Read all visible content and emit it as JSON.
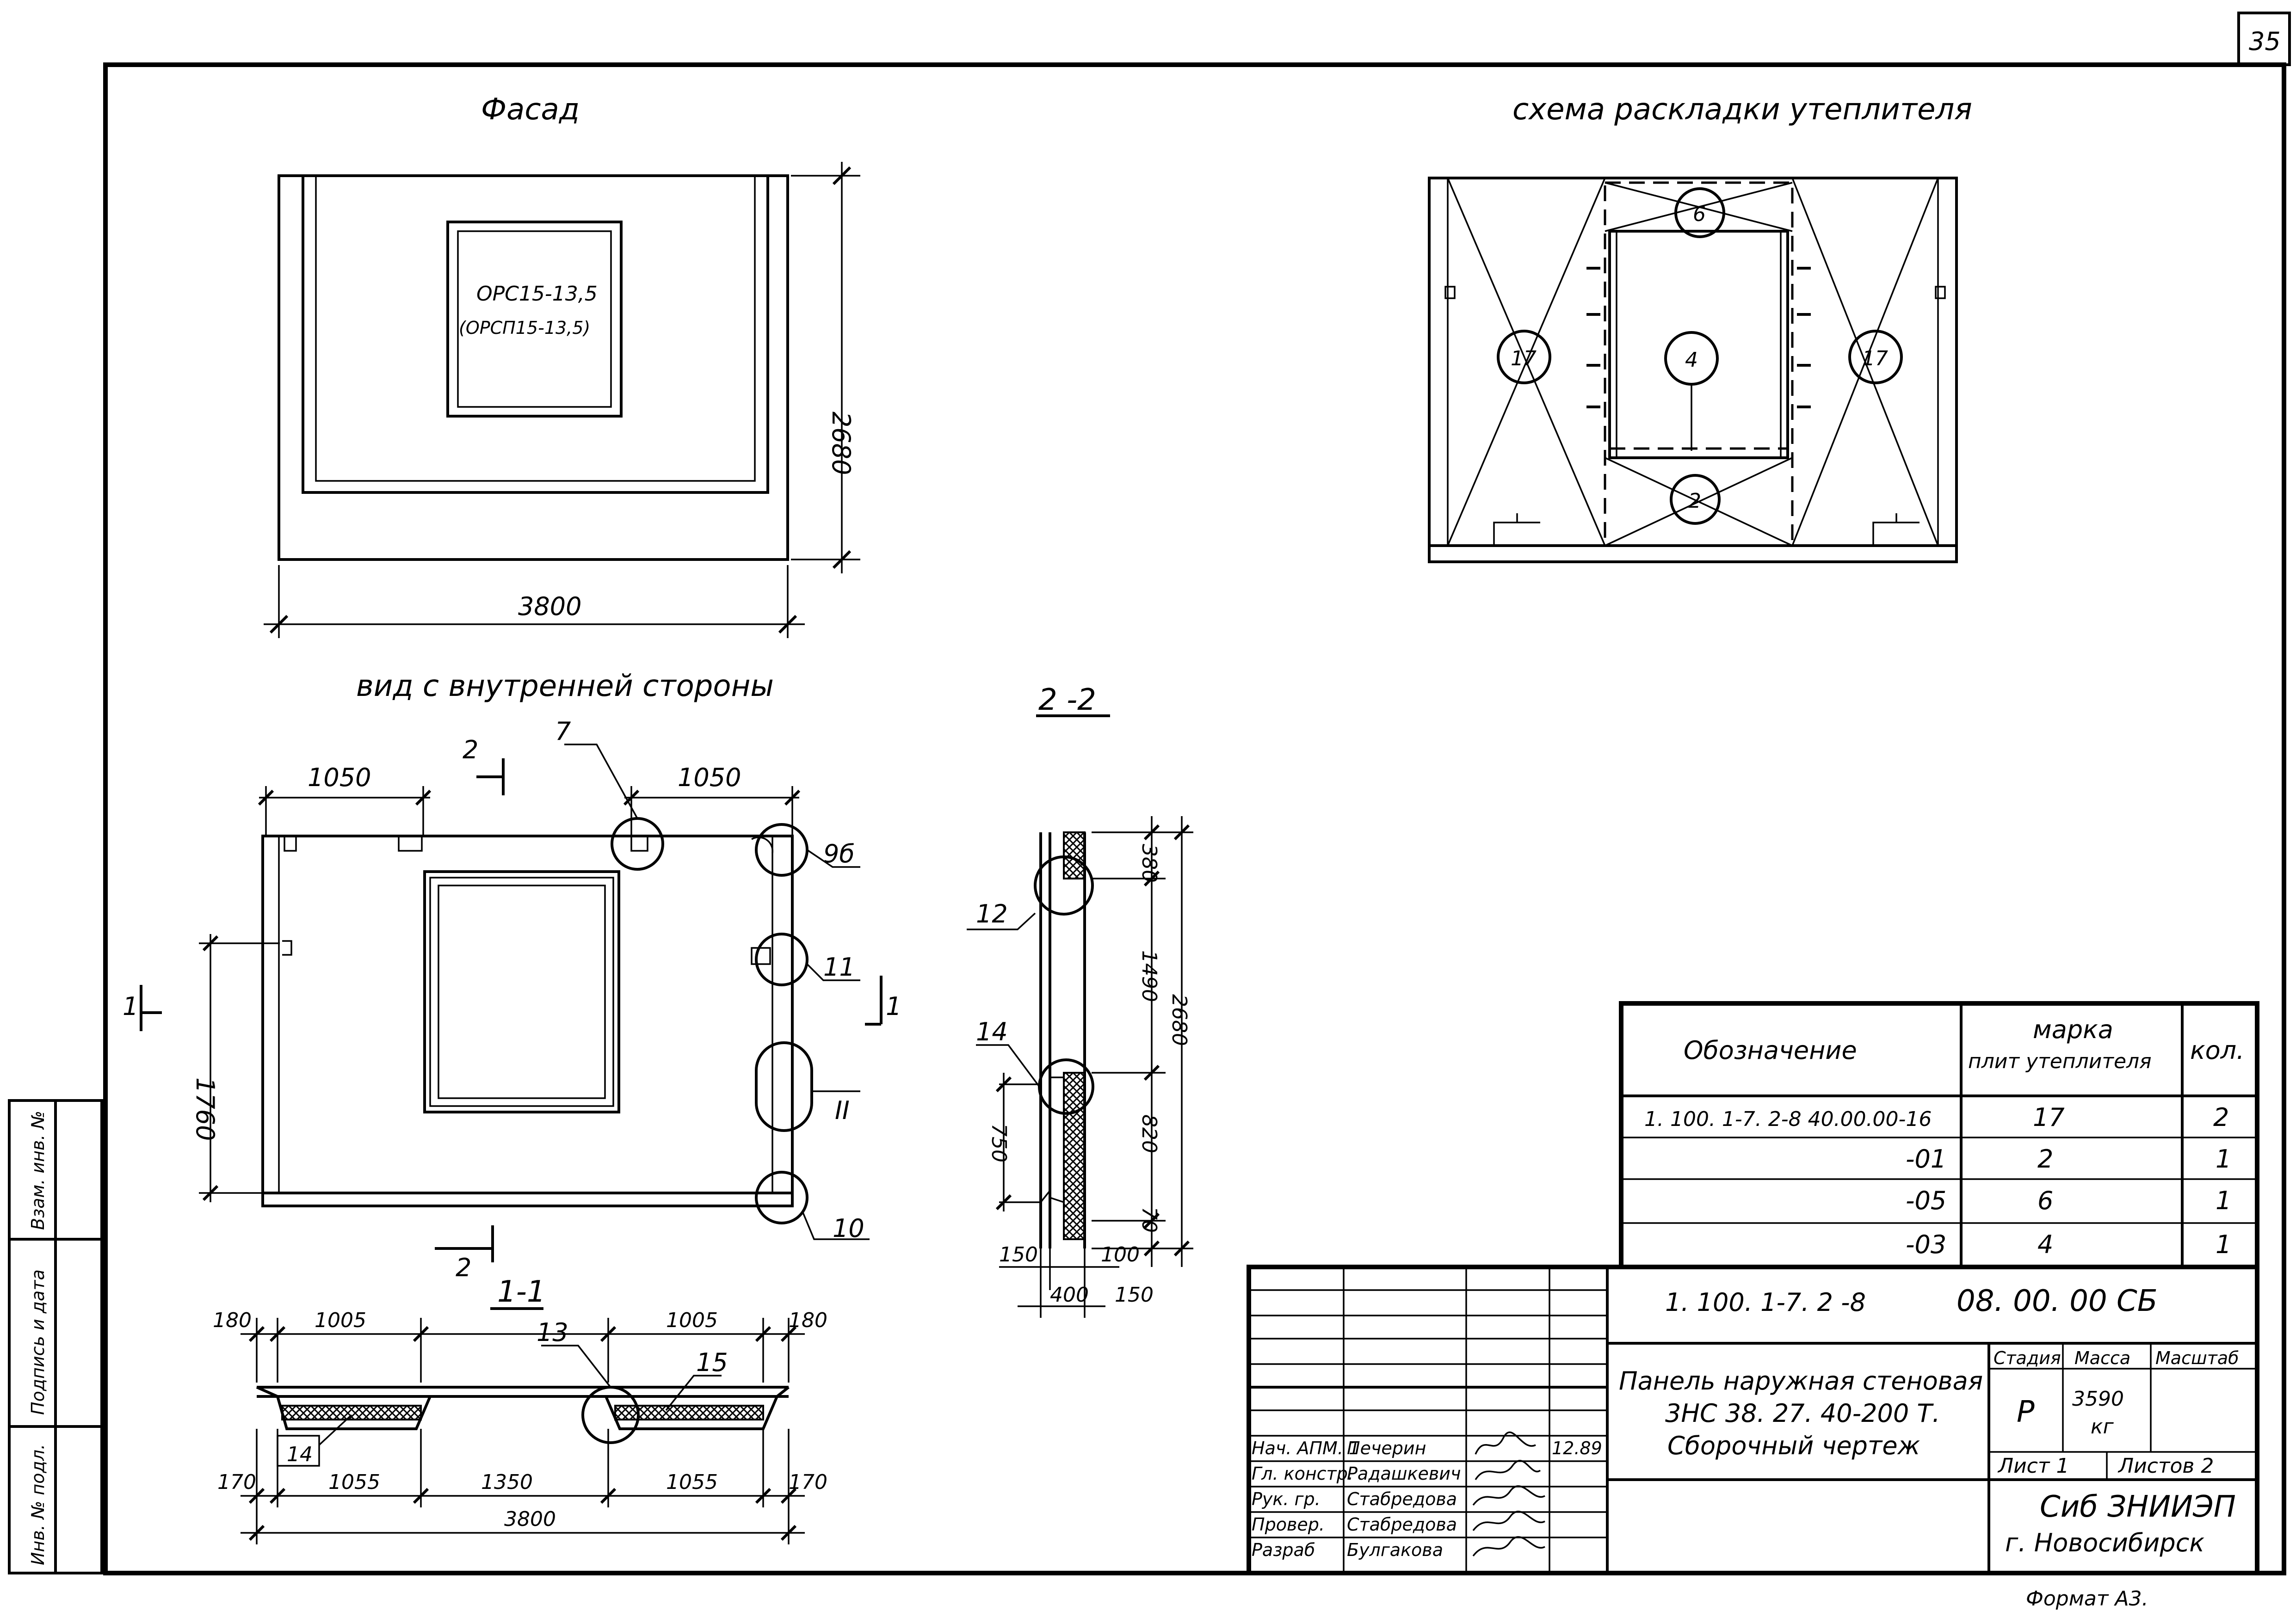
{
  "page_number": "35",
  "views": {
    "facade": {
      "title": "Фасад",
      "window_mark_1": "ОРС15-13,5",
      "window_mark_2": "(ОРСП15-13,5)",
      "dim_width": "3800",
      "dim_height": "2680"
    },
    "insulation_scheme": {
      "title": "схема раскладки утеплителя",
      "callouts": [
        "6",
        "17",
        "4",
        "17",
        "2"
      ]
    },
    "inner_view": {
      "title": "вид с внутренней стороны",
      "dim_top_left": "1050",
      "dim_top_right": "1050",
      "dim_left": "1760",
      "section_2_top": "2",
      "section_2_bottom": "2",
      "section_1_left": "1",
      "section_1_right": "1",
      "callout_7": "7",
      "callout_9b": "9б",
      "callout_11": "11",
      "callout_II": "II",
      "callout_10": "10"
    },
    "section_2_2": {
      "title": "2 -2",
      "dims": [
        "380",
        "1490",
        "2680",
        "820",
        "70",
        "750",
        "150",
        "100",
        "400",
        "150"
      ],
      "callout_12": "12",
      "callout_14": "14"
    },
    "section_1_1": {
      "title": "1-1",
      "dims_top": [
        "180",
        "1005",
        "1005",
        "180"
      ],
      "dims_bottom": [
        "170",
        "1055",
        "1350",
        "1055",
        "170"
      ],
      "dim_total": "3800",
      "callout_13": "13",
      "callout_15": "15",
      "callout_14": "14"
    }
  },
  "spec_table": {
    "headers": {
      "designation": "Обозначение",
      "mark_line1": "марка",
      "mark_line2": "плит утеплителя",
      "qty": "кол."
    },
    "rows": [
      {
        "designation": "1. 100. 1-7. 2-8   40.00.00-16",
        "mark": "17",
        "qty": "2"
      },
      {
        "designation": "-01",
        "mark": "2",
        "qty": "1"
      },
      {
        "designation": "-05",
        "mark": "6",
        "qty": "1"
      },
      {
        "designation": "-03",
        "mark": "4",
        "qty": "1"
      }
    ]
  },
  "title_block": {
    "series": "1. 100. 1-7. 2 -8",
    "doc_code": "08. 00. 00 СБ",
    "name_line1": "Панель наружная стеновая",
    "name_line2": "3НС 38. 27. 40-200 Т.",
    "name_line3": "Сборочный чертеж",
    "stage_label": "Стадия",
    "mass_label": "Масса",
    "scale_label": "Масштаб",
    "stage": "Р",
    "mass_value": "3590",
    "mass_unit": "кг",
    "sheet": "Лист 1",
    "sheets": "Листов 2",
    "org1": "Сиб ЗНИИЭП",
    "org2": "г. Новосибирск",
    "staff": [
      {
        "role": "Нач. АПМ. 1",
        "name": "Печерин",
        "date": "12.89"
      },
      {
        "role": "Гл. констр.",
        "name": "Радашкевич",
        "date": ""
      },
      {
        "role": "Рук. гр.",
        "name": "Стабредова",
        "date": ""
      },
      {
        "role": "Провер.",
        "name": "Стабредова",
        "date": ""
      },
      {
        "role": "Разраб",
        "name": "Булгакова",
        "date": ""
      }
    ]
  },
  "side_stamp": {
    "label_1": "Взам. инв. №",
    "label_2": "Подпись и дата",
    "label_3": "Инв. № подл."
  },
  "format": "Формат А3."
}
